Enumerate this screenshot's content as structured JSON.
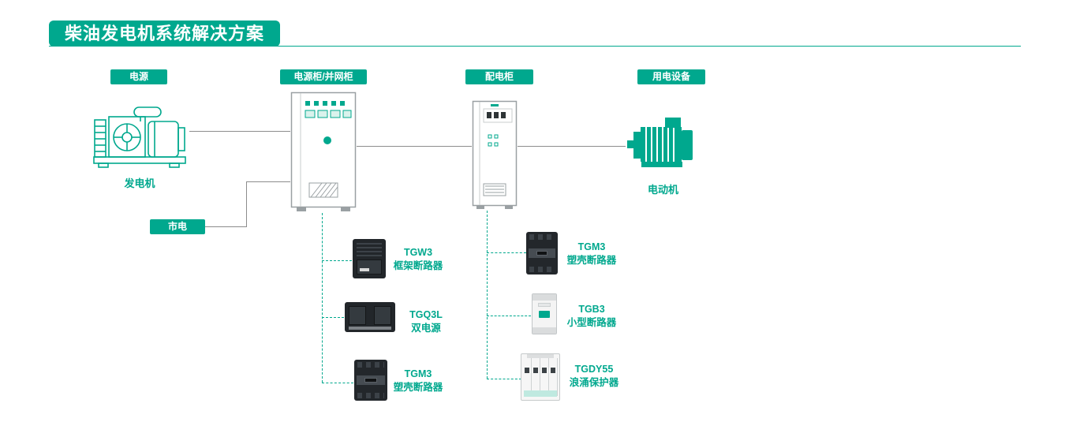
{
  "colors": {
    "accent": "#00A88E",
    "connector": "#8c8c8c"
  },
  "header": {
    "title": "柴油发电机系统解决方案"
  },
  "flow": {
    "badges": {
      "source": "电源",
      "power_cabinet": "电源柜/并网柜",
      "distribution_cabinet": "配电柜",
      "load": "用电设备",
      "mains": "市电"
    },
    "devices": {
      "generator": "发电机",
      "motor": "电动机"
    }
  },
  "products": {
    "power_cabinet_column": [
      {
        "name": "TGW3",
        "desc": "框架断路器"
      },
      {
        "name": "TGQ3L",
        "desc": "双电源"
      },
      {
        "name": "TGM3",
        "desc": "塑壳断路器"
      }
    ],
    "distribution_cabinet_column": [
      {
        "name": "TGM3",
        "desc": "塑壳断路器"
      },
      {
        "name": "TGB3",
        "desc": "小型断路器"
      },
      {
        "name": "TGDY55",
        "desc": "浪涌保护器"
      }
    ]
  }
}
